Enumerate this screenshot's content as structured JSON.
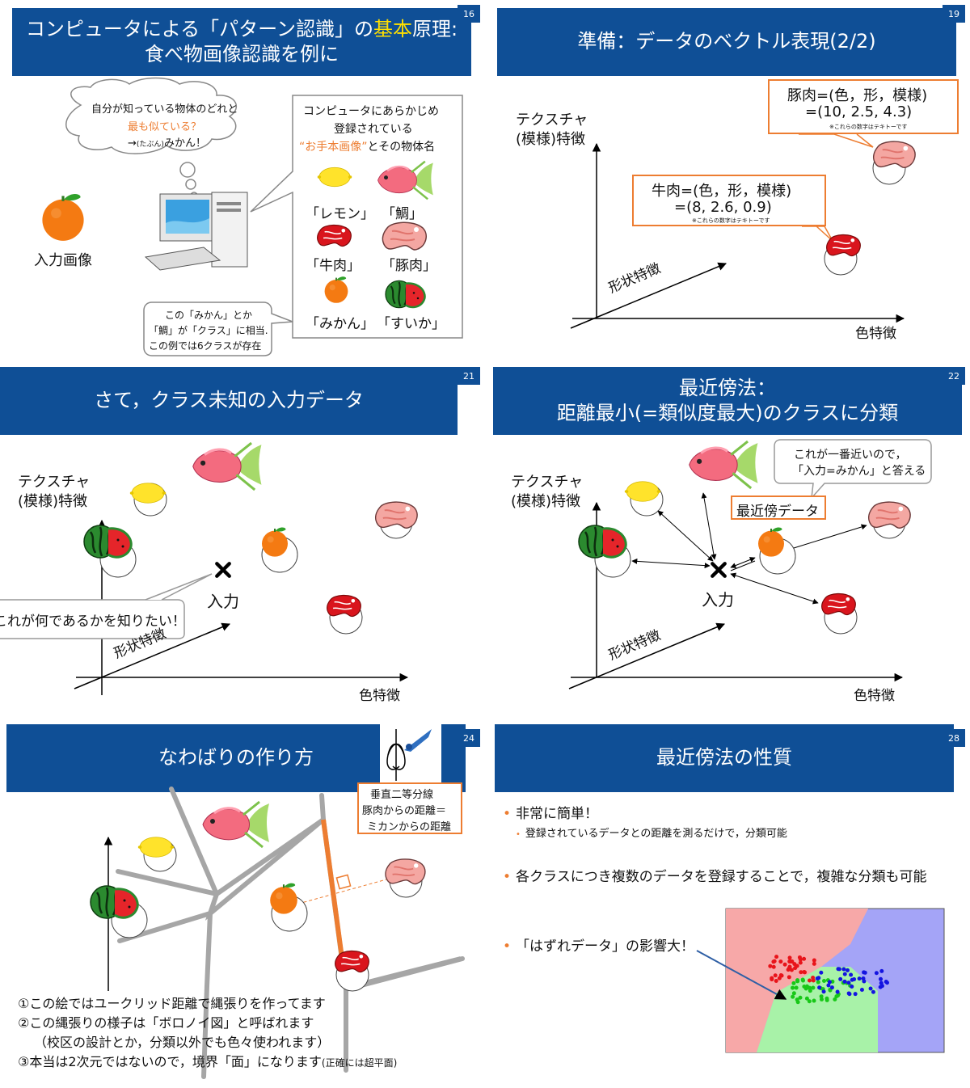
{
  "slides": {
    "s16": {
      "page": "16",
      "title_pre": "コンピュータによる「パターン認識」の",
      "title_hl": "基本",
      "title_post": "原理:",
      "title_line2": "食べ物画像認識を例に",
      "cloud_line1": "自分が知っている物体のどれと",
      "cloud_line2": "最も似ている？",
      "cloud_line3_arrow": "→",
      "cloud_line3_small": "(たぶん)",
      "cloud_line3": "みかん！",
      "input_label": "入力画像",
      "reg_line1": "コンピュータにあらかじめ",
      "reg_line2": "登録されている",
      "reg_line3_hl": "“お手本画像”",
      "reg_line3": "とその物体名",
      "items": [
        "「レモン」",
        "「鯛」",
        "「牛肉」",
        "「豚肉」",
        "「みかん」",
        "「すいか」"
      ],
      "note_line1": "この「みかん」とか",
      "note_line2": "「鯛」が「クラス」に相当.",
      "note_line3": "この例では6クラスが存在"
    },
    "s19": {
      "page": "19",
      "title": "準備：データのベクトル表現(2/2)",
      "ylabel1": "テクスチャ",
      "ylabel2": "(模様)特徴",
      "zlabel": "形状特徴",
      "xlabel": "色特徴",
      "pork_line1": "豚肉=(色，形，模様)",
      "pork_line2": "=(10, 2.5, 4.3)",
      "pork_note": "※これらの数字はテキトーです",
      "beef_line1": "牛肉=(色，形，模様)",
      "beef_line2": "=(8, 2.6, 0.9)",
      "beef_note": "※これらの数字はテキトーです"
    },
    "s21": {
      "page": "21",
      "title": "さて，クラス未知の入力データ",
      "ylabel1": "テクスチャ",
      "ylabel2": "(模様)特徴",
      "zlabel": "形状特徴",
      "xlabel": "色特徴",
      "input_label": "入力",
      "callout": "これが何であるかを知りたい！"
    },
    "s22": {
      "page": "22",
      "title_line1": "最近傍法：",
      "title_line2": "距離最小(=類似度最大)のクラスに分類",
      "ylabel1": "テクスチャ",
      "ylabel2": "(模様)特徴",
      "zlabel": "形状特徴",
      "xlabel": "色特徴",
      "input_label": "入力",
      "nn_label": "最近傍データ",
      "callout_line1": "これが一番近いので，",
      "callout_line2": "「入力=みかん」と答える"
    },
    "s24": {
      "page": "24",
      "title": "なわばりの作り方",
      "bisector_line1": "垂直二等分線",
      "bisector_line2": "豚肉からの距離＝",
      "bisector_line3": "ミカンからの距離",
      "note1": "①この絵ではユークリッド距離で縄張りを作ってます",
      "note2": "②この縄張りの様子は「ボロノイ図」と呼ばれます",
      "note3": "（校区の設計とか，分類以外でも色々使われます）",
      "note4": "③本当は2次元ではないので，境界「面」になります",
      "note4_small": "(正確には超平面)"
    },
    "s28": {
      "page": "28",
      "title": "最近傍法の性質",
      "b1": "非常に簡単！",
      "b1_sub": "登録されているデータとの距離を測るだけで，分類可能",
      "b2": "各クラスにつき複数のデータを登録することで，複雑な分類も可能",
      "b3": "「はずれデータ」の影響大！"
    }
  },
  "colors": {
    "banner": "#0f4f96",
    "accent_orange": "#ed7d31",
    "highlight_yellow": "#ffdf00",
    "region_red": "#f7a8a8",
    "region_green": "#a8f2a8",
    "region_blue": "#a4a4f7"
  },
  "icons": [
    "lemon-icon",
    "tai-fish-icon",
    "beef-icon",
    "pork-icon",
    "mikan-icon",
    "watermelon-icon",
    "computer-icon",
    "compass-icon",
    "x-mark-icon"
  ]
}
